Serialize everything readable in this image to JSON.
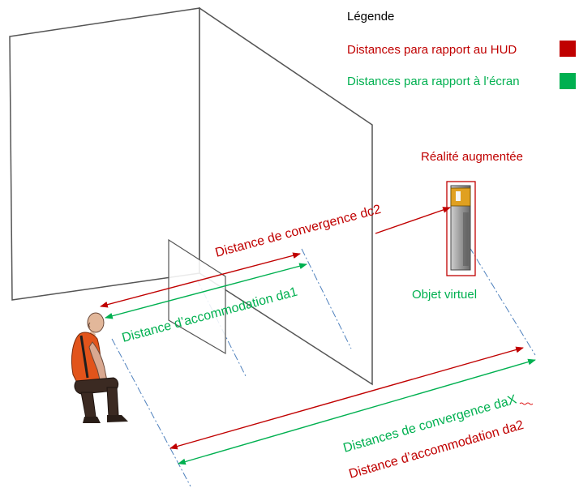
{
  "legend": {
    "title": "Légende",
    "items": [
      {
        "label": "Distances para rapport au HUD",
        "color": "#c00000"
      },
      {
        "label": "Distances para rapport à l’écran",
        "color": "#00b050"
      }
    ]
  },
  "labels": {
    "augmented_reality": "Réalité augmentée",
    "virtual_object": "Objet virtuel",
    "convergence_dc2": "Distance de convergence dc2",
    "accommodation_da1": "Distance d’accommodation da1",
    "convergence_dax": "Distances de convergence daX",
    "accommodation_da2": "Distance d’accommodation da2"
  },
  "colors": {
    "hud": "#c00000",
    "screen": "#00b050",
    "guide": "#4f81bd",
    "panel_stroke": "#555555"
  }
}
